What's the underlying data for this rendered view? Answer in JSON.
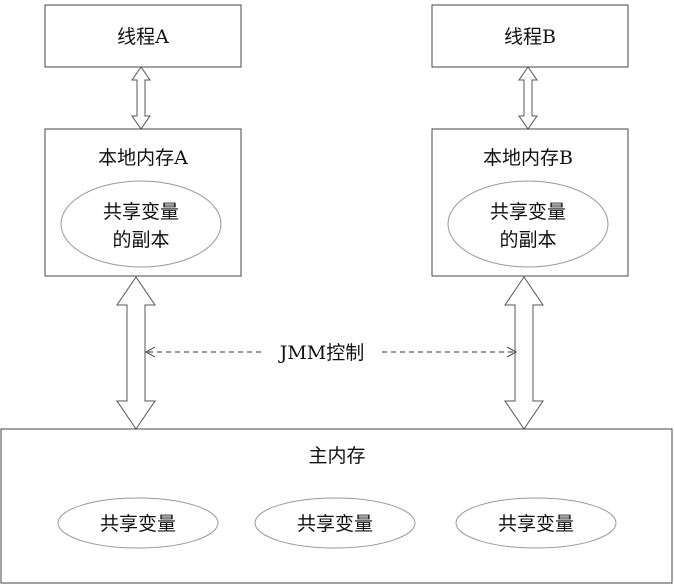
{
  "thread_a": {
    "label": "线程A"
  },
  "thread_b": {
    "label": "线程B"
  },
  "local_memory_a": {
    "label": "本地内存A",
    "copy": {
      "line1": "共享变量",
      "line2": "的副本"
    }
  },
  "local_memory_b": {
    "label": "本地内存B",
    "copy": {
      "line1": "共享变量",
      "line2": "的副本"
    }
  },
  "jmm_control": {
    "label": "JMM控制"
  },
  "main_memory": {
    "label": "主内存",
    "shared_vars": [
      "共享变量",
      "共享变量",
      "共享变量"
    ]
  }
}
